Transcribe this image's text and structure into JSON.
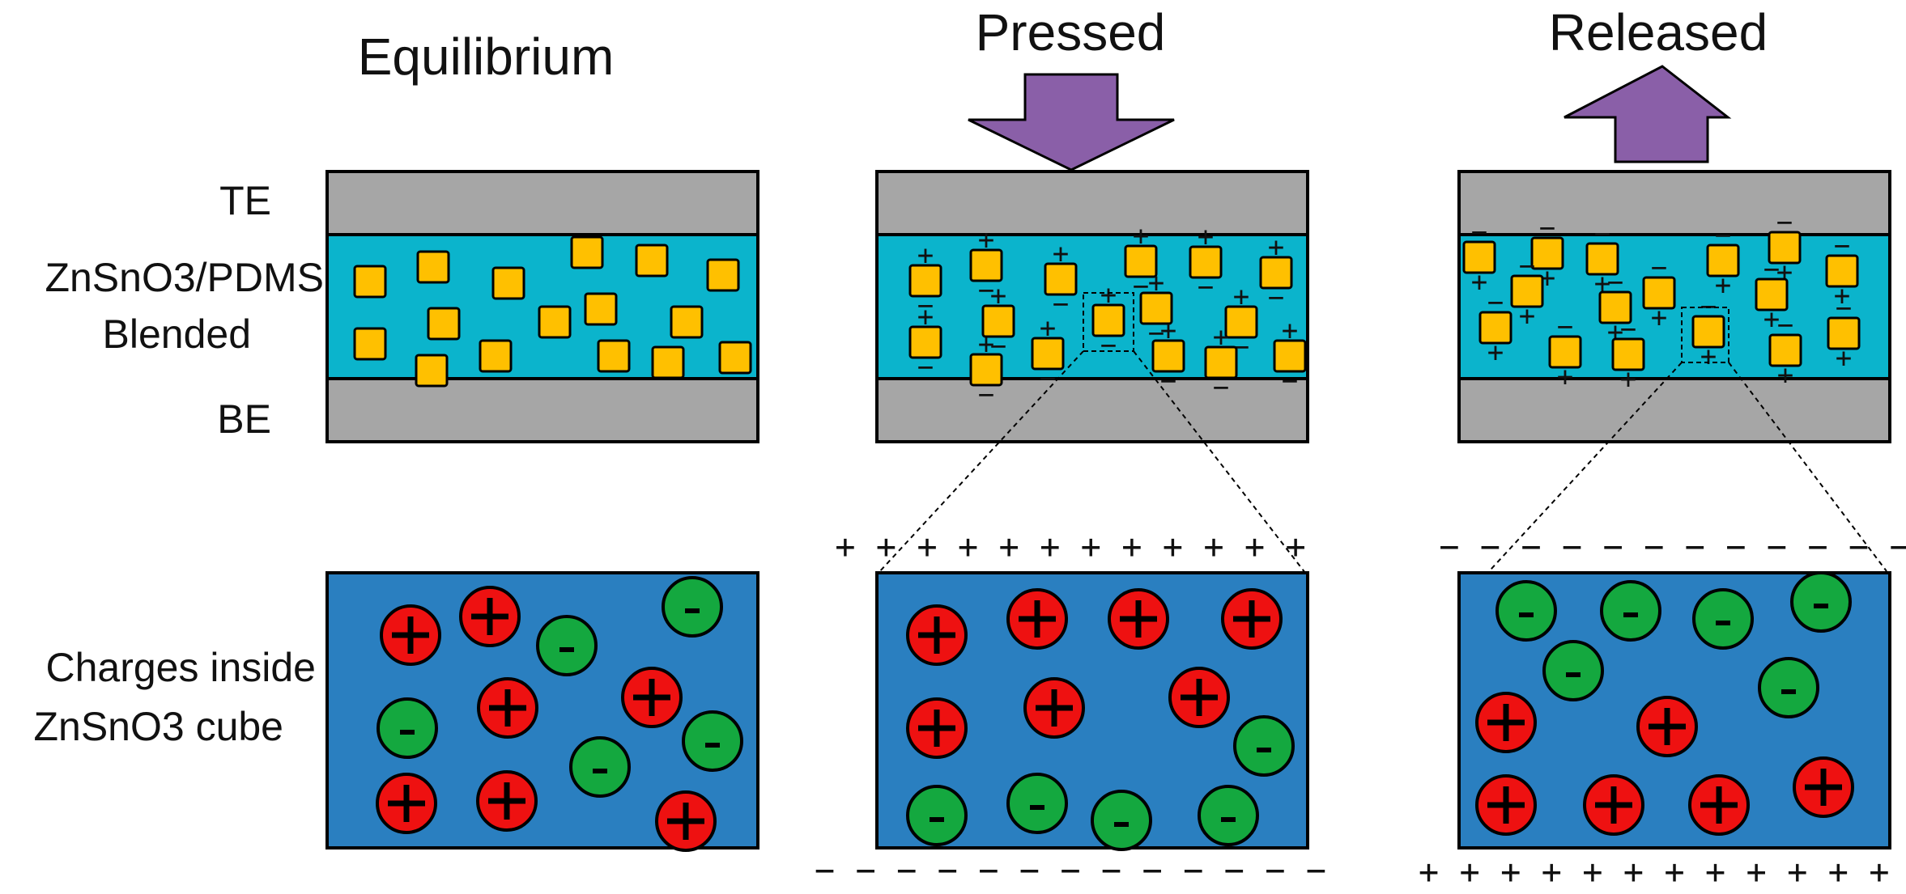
{
  "titles": {
    "equilibrium": "Equilibrium",
    "pressed": "Pressed",
    "released": "Released"
  },
  "labels": {
    "te": "TE",
    "composite_line1": "ZnSnO3/PDMS",
    "composite_line2": "Blended",
    "be": "BE",
    "charges_line1": "Charges inside",
    "charges_line2": "ZnSnO3 cube"
  },
  "symbols": {
    "plus": "+",
    "minus": "−"
  },
  "surface_charges": {
    "pressed_top": "+ + + + + + + + + + + +",
    "pressed_bottom": "− − − − − − − − − − − − −",
    "released_top": "− − − − − − − − − − − −",
    "released_bottom": "+ + + + + + + + + + + + +"
  },
  "colors": {
    "electrode": "#a6a6a6",
    "composite": "#0bb4cc",
    "cube": "#ffc000",
    "cube_view": "#2a7fc0",
    "positive_charge": "#ee1111",
    "negative_charge": "#14a83f",
    "arrow": "#8a5fa8"
  }
}
